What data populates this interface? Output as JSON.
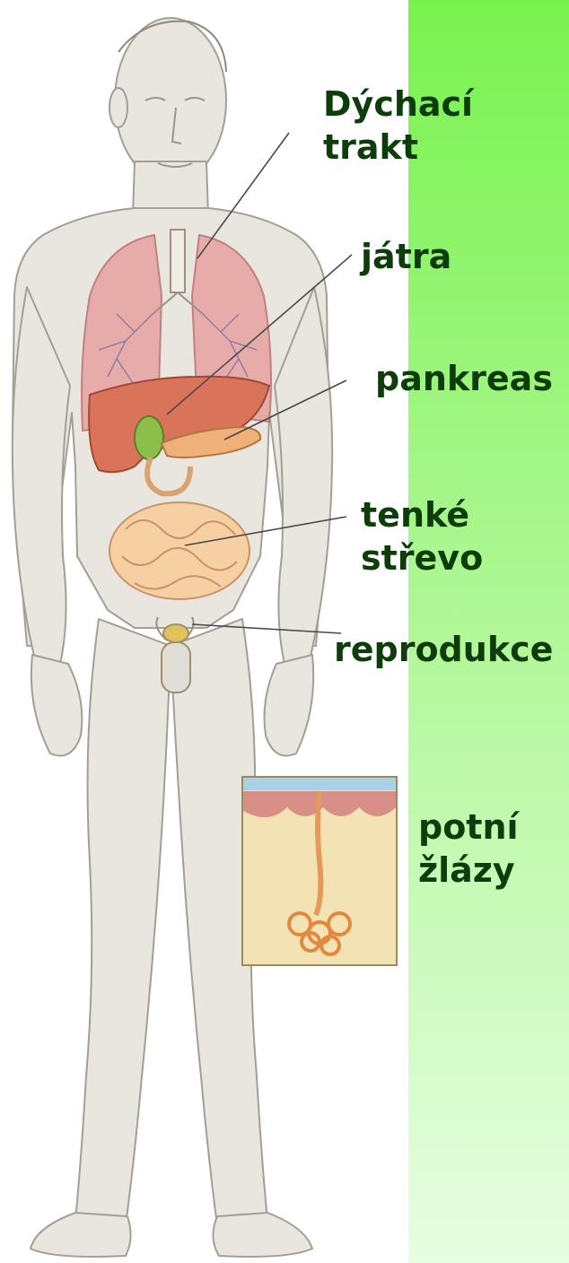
{
  "colors": {
    "green_top": "#79f24f",
    "green_bottom": "#e8fde2",
    "label_text": "#0e3d0b",
    "skin": "#e9e6df",
    "skin_outline": "#a49f95",
    "lungs": "#e7a2a1",
    "liver": "#d9735a",
    "intestine": "#f6cfa3",
    "leader_line": "#4a4a4a"
  },
  "labels": {
    "respiratory": {
      "line1": "Dýchací",
      "line2": "trakt"
    },
    "liver": "játra",
    "pancreas": "pankreas",
    "small_intestine": {
      "line1": "tenké",
      "line2": "střevo"
    },
    "reproduction": "reprodukce",
    "sweat_glands": {
      "line1": "potní",
      "line2": "žlázy"
    }
  }
}
